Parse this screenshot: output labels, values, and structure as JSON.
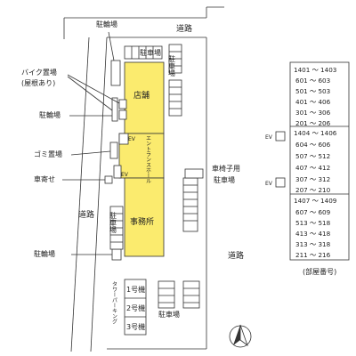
{
  "map": {
    "road_top": "道路",
    "road_left": "道路",
    "road_bottom": "道路",
    "bicycle_top": "駐輪場",
    "bike_storage": "バイク置場",
    "bike_storage_sub": "(屋根あり)",
    "bicycle_mid": "駐輪場",
    "garbage": "ゴミ置場",
    "drop_off": "車寄せ",
    "bicycle_bottom": "駐輪場",
    "store": "店舗",
    "entrance": "エントランスホール",
    "office": "事務所",
    "ev": "EV",
    "parking_top": "駐車場",
    "parking_right_top": "駐車場",
    "parking_left": "駐車場",
    "wheelchair": "車椅子用",
    "wheelchair_parking": "駐車場",
    "tower": "タワーパーキング",
    "machine_1": "1号機",
    "machine_2": "2号機",
    "machine_3": "3号機",
    "parking_bottom": "駐車場"
  },
  "room_panel": {
    "caption": "(部屋番号)",
    "ev": "EV",
    "sections": [
      {
        "header": "1401 ～ 1403",
        "rows": [
          "601 ～ 603",
          "501 ～ 503",
          "401 ～ 406",
          "301 ～ 306",
          "201 ～ 206"
        ]
      },
      {
        "header": "1404 ～ 1406",
        "rows": [
          "604 ～ 606",
          "507 ～ 512",
          "407 ～ 412",
          "307 ～ 312",
          "207 ～ 210"
        ]
      },
      {
        "header": "1407 ～ 1409",
        "rows": [
          "607 ～ 609",
          "513 ～ 518",
          "413 ～ 418",
          "313 ～ 318",
          "211 ～ 216"
        ]
      }
    ]
  }
}
